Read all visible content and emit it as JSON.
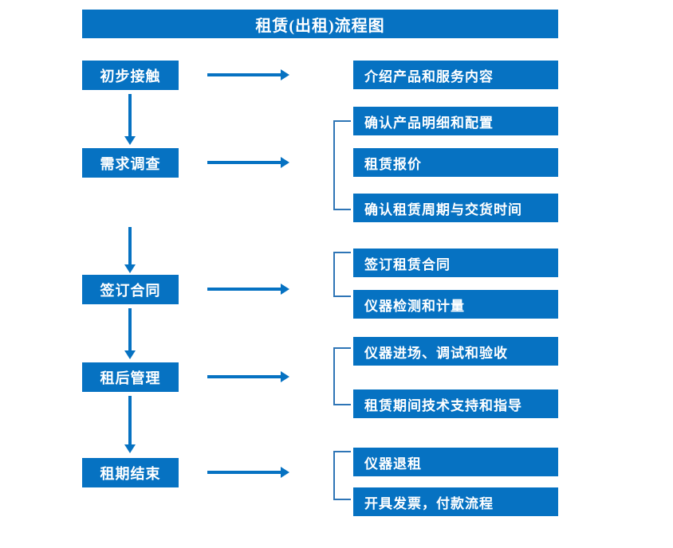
{
  "title": "租赁(出租)流程图",
  "colors": {
    "box_fill": "#0672C2",
    "box_text": "#FFFFFF",
    "arrow": "#0672C2",
    "bracket": "#2E75B6",
    "background": "#FFFFFF"
  },
  "stages": [
    {
      "label": "初步接触"
    },
    {
      "label": "需求调查"
    },
    {
      "label": "签订合同"
    },
    {
      "label": "租后管理"
    },
    {
      "label": "租期结束"
    }
  ],
  "details": [
    {
      "label": "介绍产品和服务内容"
    },
    {
      "label": "确认产品明细和配置"
    },
    {
      "label": "租赁报价"
    },
    {
      "label": "确认租赁周期与交货时间"
    },
    {
      "label": "签订租赁合同"
    },
    {
      "label": "仪器检测和计量"
    },
    {
      "label": "仪器进场、调试和验收"
    },
    {
      "label": "租赁期间技术支持和指导"
    },
    {
      "label": "仪器退租"
    },
    {
      "label": "开具发票，付款流程"
    }
  ],
  "groups": [
    {
      "stage": "需求调查",
      "items": [
        "确认产品明细和配置",
        "租赁报价",
        "确认租赁周期与交货时间"
      ]
    },
    {
      "stage": "签订合同",
      "items": [
        "签订租赁合同",
        "仪器检测和计量"
      ]
    },
    {
      "stage": "租后管理",
      "items": [
        "仪器进场、调试和验收",
        "租赁期间技术支持和指导"
      ]
    },
    {
      "stage": "租期结束",
      "items": [
        "仪器退租",
        "开具发票，付款流程"
      ]
    }
  ],
  "connectors": {
    "stage_to_stage": "down-arrow",
    "stage_to_details": "right-arrow"
  }
}
